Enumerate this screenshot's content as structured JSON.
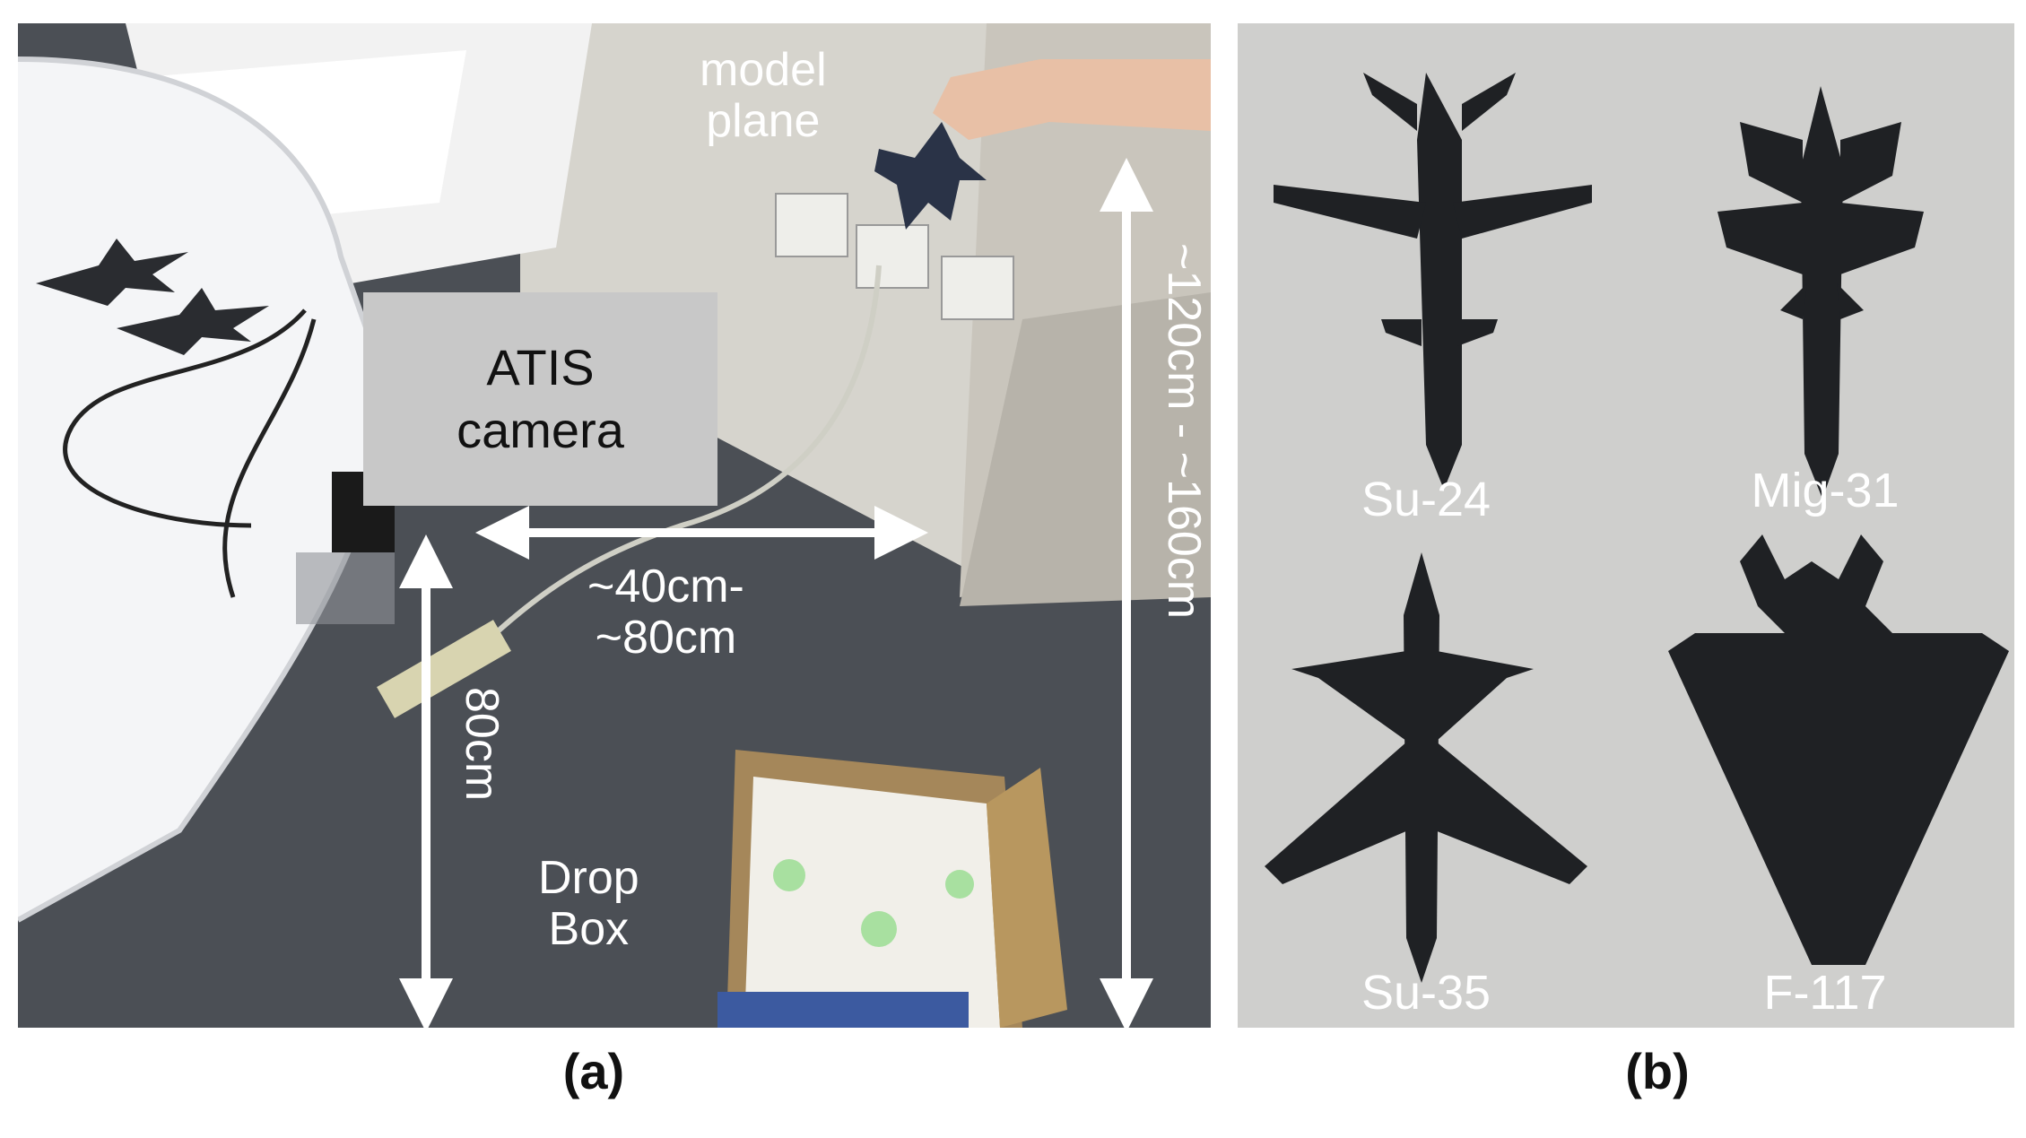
{
  "panel_a": {
    "caption": "(a)",
    "labels": {
      "model_plane": [
        "model",
        "plane"
      ],
      "atis_camera": [
        "ATIS",
        "camera"
      ],
      "horizontal_distance": [
        "~40cm-",
        "~80cm"
      ],
      "camera_height": "80cm",
      "total_height": "~120cm - ~160cm",
      "drop_box": [
        "Drop",
        "Box"
      ]
    }
  },
  "panel_b": {
    "caption": "(b)",
    "planes": [
      "Su-24",
      "Mig-31",
      "Su-35",
      "F-117"
    ]
  }
}
